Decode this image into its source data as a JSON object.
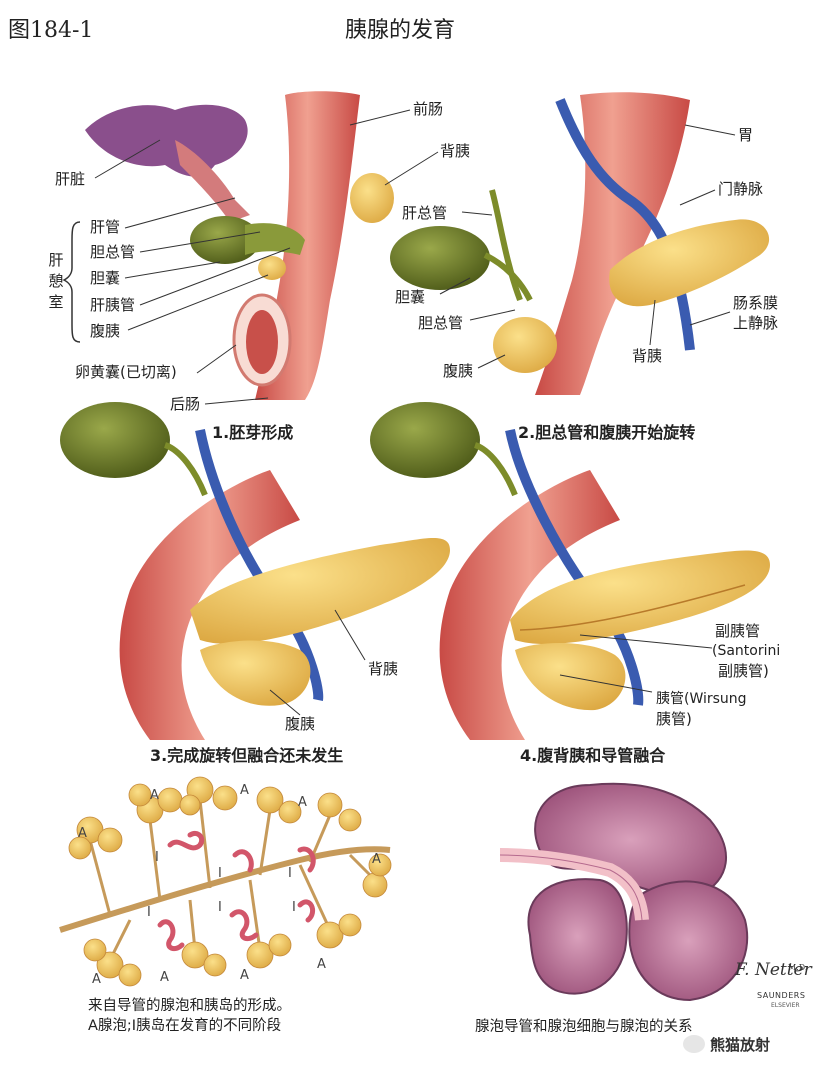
{
  "header": {
    "figure_number": "图184-1",
    "title": "胰腺的发育"
  },
  "panel1": {
    "caption": "1.胚芽形成",
    "labels": {
      "liver": "肝脏",
      "foregut": "前肠",
      "dorsal_pancreas": "背胰",
      "hepatic_duct": "肝管",
      "common_bile_duct": "胆总管",
      "gallbladder": "胆囊",
      "hepatopancreatic_duct": "肝胰管",
      "ventral_pancreas": "腹胰",
      "yolk_sac": "卵黄囊(已切离)",
      "hindgut": "后肠",
      "hepatic_diverticulum": "肝憩室"
    }
  },
  "panel2": {
    "caption": "2.胆总管和腹胰开始旋转",
    "labels": {
      "stomach": "胃",
      "portal_vein": "门静脉",
      "common_hepatic_duct": "肝总管",
      "gallbladder": "胆囊",
      "common_bile_duct": "胆总管",
      "ventral_pancreas": "腹胰",
      "dorsal_pancreas": "背胰",
      "smv_line1": "肠系膜",
      "smv_line2": "上静脉"
    }
  },
  "panel3": {
    "caption": "3.完成旋转但融合还未发生",
    "labels": {
      "dorsal_pancreas": "背胰",
      "ventral_pancreas": "腹胰"
    }
  },
  "panel4": {
    "caption": "4.腹背胰和导管融合",
    "labels": {
      "accessory_line1": "副胰管",
      "accessory_line2": "(Santorini",
      "accessory_line3": "副胰管)",
      "main_line1": "胰管(Wirsung",
      "main_line2": "胰管)"
    }
  },
  "panel5": {
    "caption_line1": "来自导管的腺泡和胰岛的形成。",
    "caption_line2": "A腺泡;I胰岛在发育的不同阶段",
    "mark_a": "A",
    "mark_i": "I"
  },
  "panel6": {
    "caption": "腺泡导管和腺泡细胞与腺泡的关系",
    "signature": "F. Netter",
    "signature_md": "M.D.",
    "publisher": "SAUNDERS",
    "publisher_sub": "ELSEVIER"
  },
  "watermark": "熊猫放射",
  "colors": {
    "gut": "#d9605a",
    "gut_light": "#f2b5a8",
    "gallbladder": "#6e7a2a",
    "pancreas": "#f0c45a",
    "vein": "#3a5bb0",
    "liver": "#8a4f8c",
    "islet": "#d2566a",
    "acinus": "#b56a8e"
  }
}
